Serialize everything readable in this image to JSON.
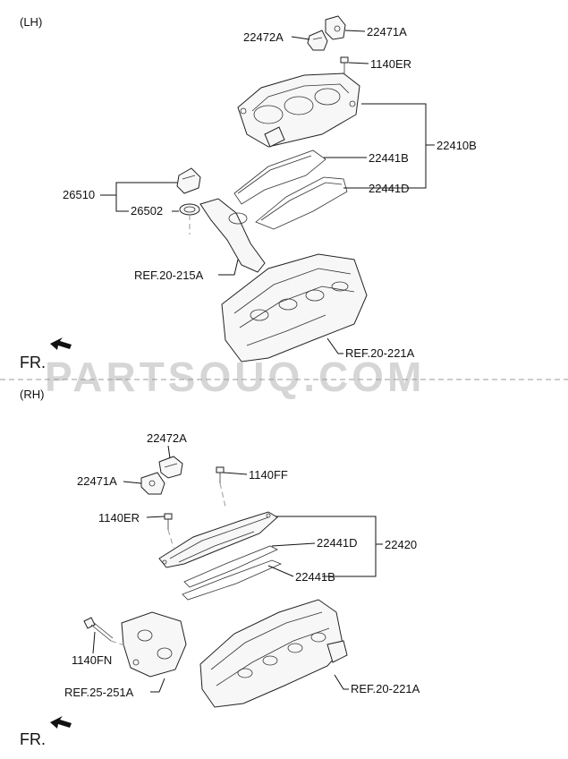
{
  "sections": {
    "lh": "(LH)",
    "rh": "(RH)"
  },
  "front_marker": "FR.",
  "watermark": "PARTSOUQ.COM",
  "lh_labels": {
    "p22472A": "22472A",
    "p22471A": "22471A",
    "p1140ER": "1140ER",
    "p22410B": "22410B",
    "p22441B": "22441B",
    "p22441D": "22441D",
    "p26510": "26510",
    "p26502": "26502",
    "ref_20_215A": "REF.20-215A",
    "ref_20_221A": "REF.20-221A"
  },
  "rh_labels": {
    "p22472A": "22472A",
    "p22471A": "22471A",
    "p1140FF": "1140FF",
    "p1140ER": "1140ER",
    "p22441D": "22441D",
    "p22420": "22420",
    "p22441B": "22441B",
    "p1140FN": "1140FN",
    "ref_25_251A": "REF.25-251A",
    "ref_20_221A": "REF.20-221A"
  }
}
